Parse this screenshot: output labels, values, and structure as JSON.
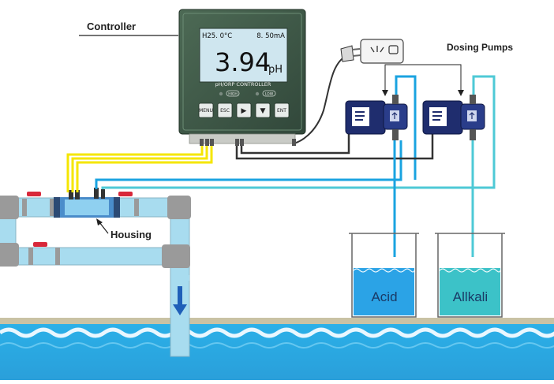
{
  "labels": {
    "controller": "Controller",
    "dosing_pumps": "Dosing Pumps",
    "housing": "Housing"
  },
  "controller_display": {
    "temperature": "H25. 0°C",
    "current": "8. 50mA",
    "value": "3.94",
    "unit": "pH",
    "brand": "pH/ORP CONTROLLER",
    "led_high": "HIGH",
    "led_low": "LOW"
  },
  "controller_buttons": [
    "MENU",
    "ESC",
    "▶",
    "▼",
    "ENT"
  ],
  "tanks": {
    "acid": "Acid",
    "alkali": "Allkali"
  },
  "colors": {
    "signal_cable": "#f5e600",
    "sensor_cable": "#1aa3e0",
    "dosing_line": "#4ec9d6",
    "power_cable": "#333333",
    "pipe": "#a8dcef",
    "pool_water": "#2bb0e8",
    "controller_body": "#3e5646",
    "pump_body": "#1f2d6e",
    "acid_liquid": "#2ba3e6",
    "alkali_liquid": "#3cc2c8"
  }
}
